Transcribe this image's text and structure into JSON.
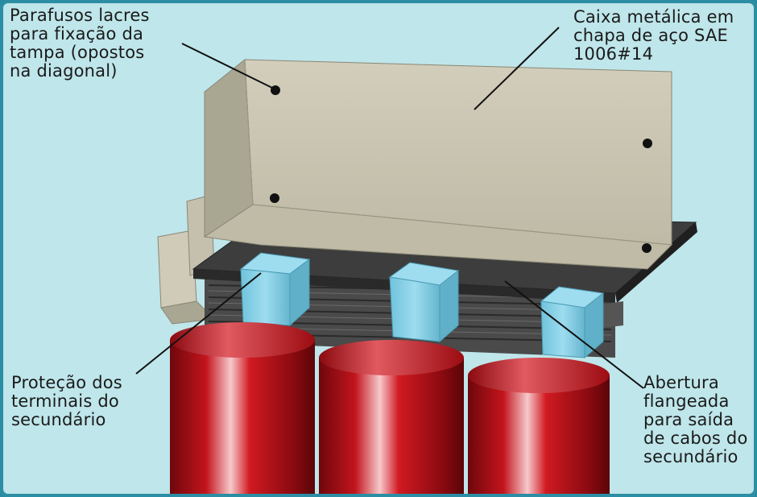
{
  "labels": {
    "top_left": "Parafusos lacres\npara fixação da\ntampa (opostos\nna diagonal)",
    "top_right": "Caixa metálica em\nchapa de aço SAE\n1006#14",
    "bottom_left": "Proteção dos\nterminais do\nsecundário",
    "bottom_right": "Abertura\nflangeada\npara saída\nde cabos do\nsecundário"
  },
  "colors": {
    "background": "#bfe6ea",
    "frame": "#2c8ea4",
    "box_face": "#cfcbb8",
    "box_side": "#a9a692",
    "base": "#3a3a3a",
    "cylinder_red": "#c3141c",
    "terminal_blue": "#8ad4ea"
  }
}
